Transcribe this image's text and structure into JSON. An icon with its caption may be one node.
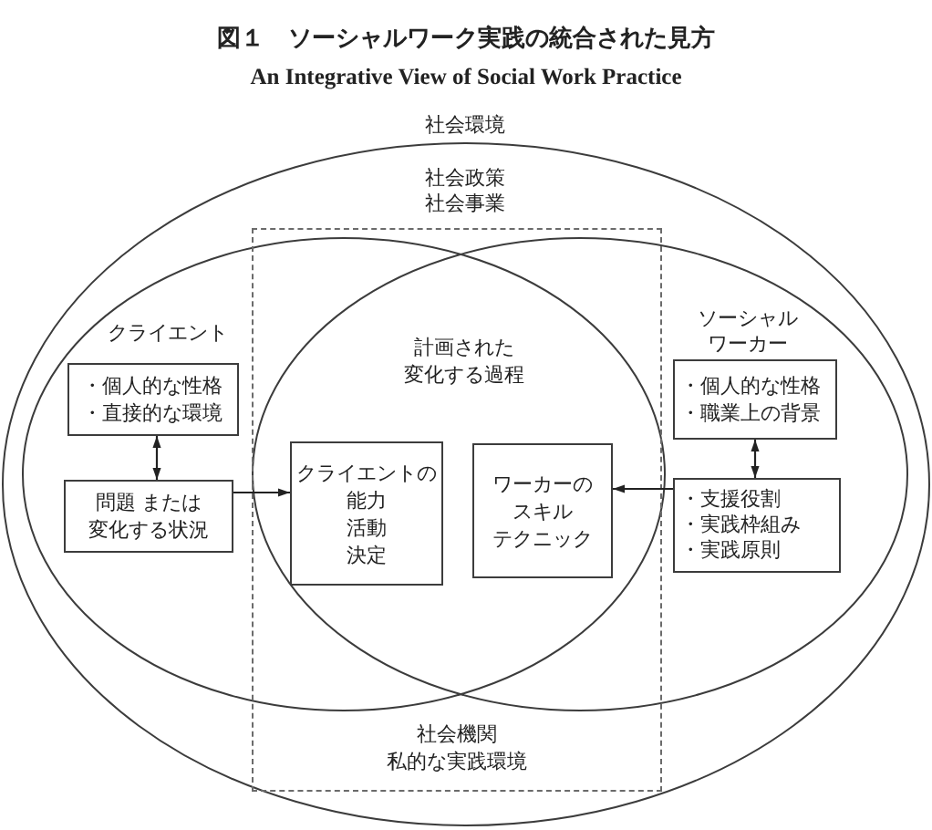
{
  "diagram": {
    "title": "図１　ソーシャルワーク実践の統合された見方",
    "nodes": [
      {
        "text": [
          "社会環境",
          "社会政策",
          "社会事業"
        ]
      },
      {
        "text": [
          "クライエント"
        ],
        "in": 0
      },
      {
        "text": [
          "ソーシャルワーカー"
        ],
        "in": 0
      },
      {
        "text": [
          "社会機関",
          "私的な実践環境"
        ],
        "in": 0
      },
      {
        "text": [
          "・個人的な性格",
          "・直接的な環境"
        ],
        "in": 1
      },
      {
        "text": [
          "問題 または変化する状況"
        ],
        "in": 1
      },
      {
        "text": [
          "クライエントの",
          "能力",
          "活動",
          "決定"
        ],
        "in": 3
      },
      {
        "text": [
          "ワーカーの",
          "スキル",
          "テクニック"
        ],
        "in": 3
      },
      {
        "text": [
          "・個人的な性格",
          "・職業上の背景"
        ],
        "in": 2
      },
      {
        "text": [
          "・支援役割",
          "・実践枠組み",
          "・実践原則"
        ],
        "in": 2
      }
    ],
    "edges": [
      {
        "from": 4,
        "to": 5,
        "arrow": "both"
      },
      {
        "from": 5,
        "to": 6,
        "arrow": "to"
      },
      {
        "from": 8,
        "to": 9,
        "arrow": "both"
      },
      {
        "from": 9,
        "to": 7,
        "arrow": "to"
      }
    ],
    "labels": [
      "An Integrative View of Social Work Practice",
      "計画された変化する過程"
    ]
  }
}
